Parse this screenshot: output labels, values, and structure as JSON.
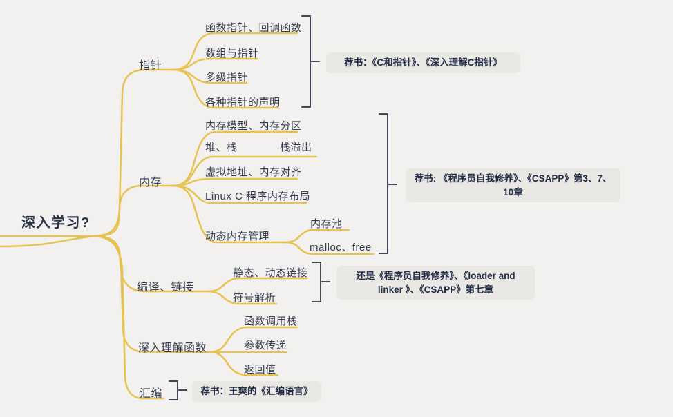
{
  "colors": {
    "background": "#F2F1EF",
    "branch_yellow": "#E8C250",
    "text_navy": "#333B4D",
    "root_text": "#2A3347",
    "bracket_gray": "#414859",
    "note_background": "#E9E8E5",
    "note_text": "#232C45"
  },
  "mindmap": {
    "root": {
      "label": "深入学习?"
    },
    "branches": [
      {
        "label": "指针",
        "children": [
          {
            "label": "函数指针、回调函数"
          },
          {
            "label": "数组与指针"
          },
          {
            "label": "多级指针"
          },
          {
            "label": "各种指针的声明"
          }
        ],
        "note": {
          "label": "荐书：《C和指针》、《深入理解C指针》"
        }
      },
      {
        "label": "内存",
        "children": [
          {
            "label": "内存模型、内存分区"
          },
          {
            "label": "堆、栈",
            "children": [
              {
                "label": "栈溢出"
              }
            ]
          },
          {
            "label": "虚拟地址、内存对齐"
          },
          {
            "label": "Linux C 程序内存布局"
          },
          {
            "label": "动态内存管理",
            "children": [
              {
                "label": "内存池"
              },
              {
                "label": "malloc、free"
              }
            ]
          }
        ],
        "note": {
          "label": "荐书: 《程序员自我修养》、《CSAPP》第3、7、10章"
        }
      },
      {
        "label": "编译、链接",
        "children": [
          {
            "label": "静态、动态链接"
          },
          {
            "label": "符号解析"
          }
        ],
        "note": {
          "label": "还是《程序员自我修养》、《loader and linker 》、《CSAPP》第七章"
        }
      },
      {
        "label": "深入理解函数",
        "children": [
          {
            "label": "函数调用栈"
          },
          {
            "label": "参数传递"
          },
          {
            "label": "返回值"
          }
        ]
      },
      {
        "label": "汇编",
        "children": [],
        "note": {
          "label": "荐书：王爽的《汇编语言》"
        }
      }
    ]
  }
}
